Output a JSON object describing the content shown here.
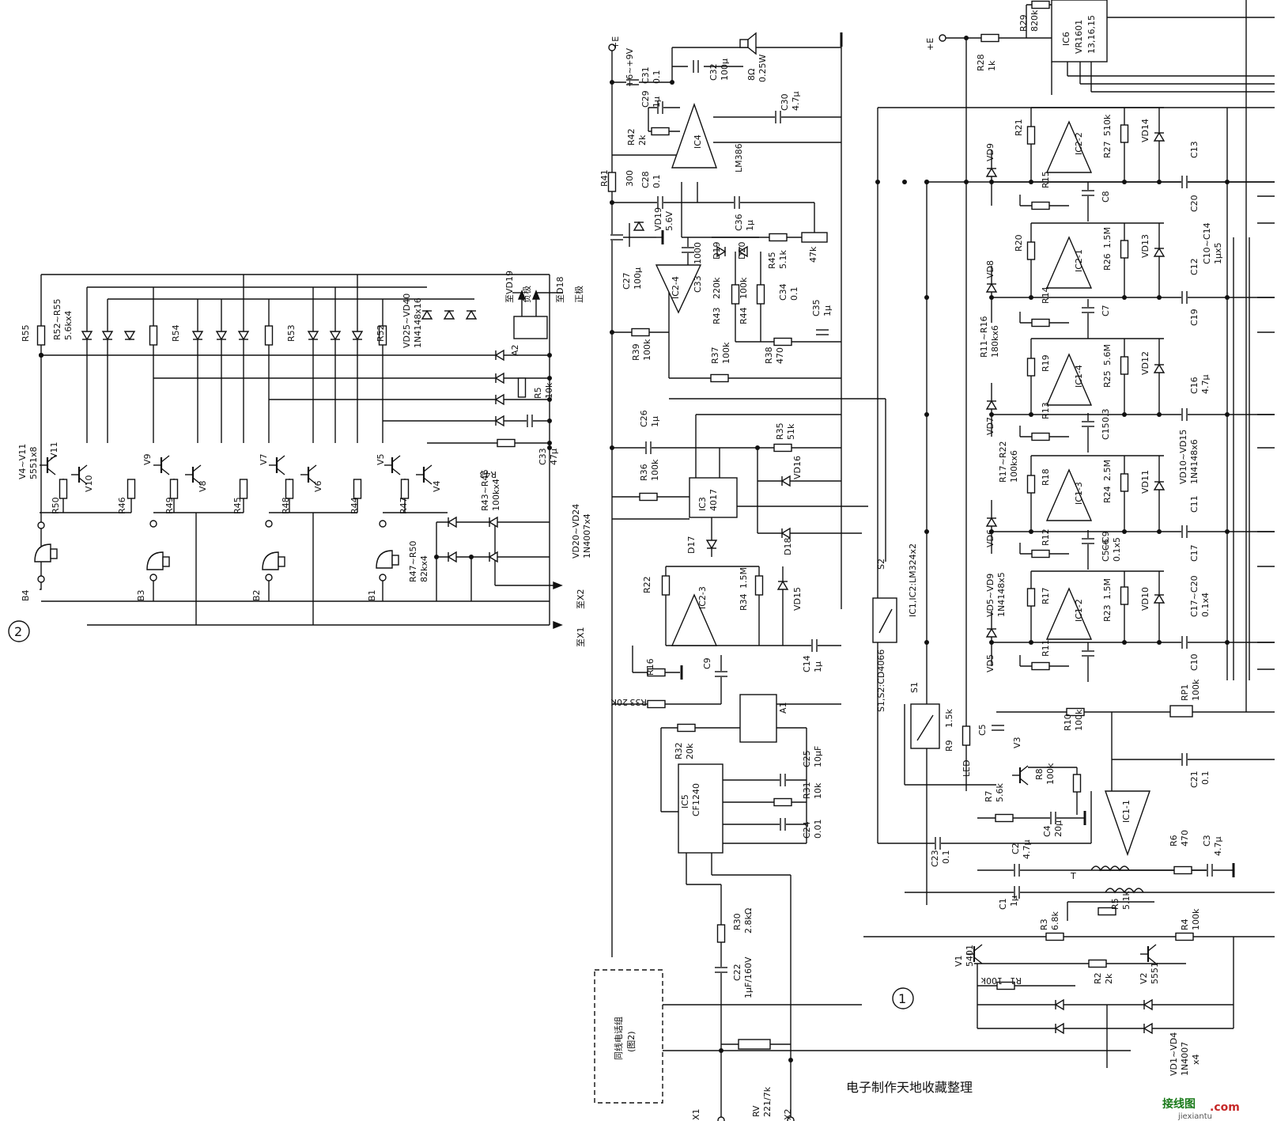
{
  "caption": "电子制作天地收藏整理",
  "watermark": {
    "site_cn": "接线图",
    "site_com": ".com",
    "site_en": "jiexiantu"
  },
  "page_markers": [
    "2",
    "1"
  ],
  "power": {
    "plus_e_9v": "+6~+9V",
    "plus_e": "+E",
    "e": "+E"
  },
  "components": {
    "R55": "R55",
    "R52_R55": "R52~R55",
    "R52_R55_val": "5.6kx4",
    "R54": "R54",
    "R53": "R53",
    "R52": "R52",
    "VD25_VD40": "VD25~VD40",
    "VD25_VD40_val": "1N4148x16",
    "A2": "A2",
    "to_vd19": "至VD19",
    "neg": "负极",
    "to_d18": "至D18",
    "pos": "正极",
    "R5a": "R5",
    "R5a_val": "10k",
    "C33": "C33",
    "C33_val": "47μ",
    "R43": "R43",
    "R43_R46": "R43~R46",
    "R43_R46_val": "100kx4",
    "R47_R50": "R47~R50",
    "R47_R50_val": "82kx4",
    "VD20_VD24": "VD20~VD24",
    "VD20_VD24_val": "1N4007x4",
    "to_x2": "至X2",
    "to_x1": "至X1",
    "V4_V11": "V4~V11",
    "V4_V11_val": "5551x8",
    "V11": "V11",
    "V10": "V10",
    "V9": "V9",
    "V8": "V8",
    "V7": "V7",
    "V6": "V6",
    "V5": "V5",
    "V4": "V4",
    "R50": "R50",
    "R46": "R46",
    "R49": "R49",
    "R45": "R45",
    "R48": "R48",
    "R44": "R44",
    "R47": "R47",
    "B4": "B4",
    "B3": "B3",
    "B2": "B2",
    "B1": "B1",
    "C31": "C31",
    "C31_val": "0.1",
    "C29": "C29",
    "C29_val": "1μ",
    "C32": "C32",
    "C32_val": "100μ",
    "spk": "8Ω",
    "spk_val": "0.25W",
    "C30": "C30",
    "C30_val": "4.7μ",
    "IC4": "IC4",
    "LM386": "LM386",
    "R42": "R42",
    "R42_val": "2k",
    "R41": "R41",
    "R41_val": "300",
    "C28": "C28",
    "C28_val": "0.1",
    "VD19": "VD19",
    "VD19_val": "5.6V",
    "C36": "C36",
    "C36_val": "1μ",
    "C27": "C27",
    "C27_val": "100μ",
    "IC2_4": "IC2-4",
    "C33b": "C33",
    "C33b_val": "1000",
    "D19": "D19",
    "D20": "D20",
    "R45b": "R45",
    "R45b_val": "5.1k",
    "pot47k": "47k",
    "R43b": "R43",
    "R43b_val": "220k",
    "R44b": "R44",
    "R44b_val": "100k",
    "C34": "C34",
    "C34_val": "0.1",
    "C35": "C35",
    "C35_val": "1μ",
    "R39": "R39",
    "R39_val": "100k",
    "R37": "R37",
    "R37_val": "100k",
    "R38": "R38",
    "R38_val": "470",
    "C26": "C26",
    "C26_val": "1μ",
    "R35": "R35",
    "R35_val": "51k",
    "R36": "R36",
    "R36_val": "100k",
    "IC3": "IC3",
    "CD4017": "4017",
    "VD16": "VD16",
    "D17": "D17",
    "D18": "D18",
    "R22": "R22",
    "IC2_3": "IC2-3",
    "R34": "R34",
    "R34_val": "1.5M",
    "VD15": "VD15",
    "R16": "R16",
    "C9": "C9",
    "C14": "C14",
    "C14_val": "1μ",
    "R33": "R33",
    "R33_val": "20K",
    "A1": "A1",
    "R32": "R32",
    "R32_val": "20k",
    "IC5": "IC5",
    "CF1240": "CF1240",
    "C25": "C25",
    "C25_val": "10μF",
    "R31": "R31",
    "R31_val": "10k",
    "C24": "C24",
    "C24_val": "0.01",
    "R30": "R30",
    "R30_val": "2.8kΩ",
    "C22": "C22",
    "C22_val": "1μF/160V",
    "phone": "同线电话组",
    "phone_sub": "(图2)",
    "RV": "RV",
    "RV_val": "221/7k",
    "X1": "X1",
    "X2": "X2",
    "S2": "S2",
    "S1": "S1",
    "S1S2": "S1,S2:CD4066",
    "IC1IC2": "IC1,IC2:LM324x2",
    "R29": "R29",
    "R29_val": "820k",
    "IC6": "IC6",
    "VR1601": "VR1601",
    "IC6_pins": "13,16,15",
    "R28": "R28",
    "R28_val": "1k",
    "R21": "R21",
    "IC2_2": "IC2-2",
    "R27": "R27",
    "R27_val": "510k",
    "VD14": "VD14",
    "C13": "C13",
    "VD9": "VD9",
    "R15": "R15",
    "C8": "C8",
    "C20": "C20",
    "R20": "R20",
    "IC2_1": "IC2-1",
    "R26": "R26",
    "R26_val": "1.5M",
    "VD13": "VD13",
    "C12": "C12",
    "C10_C14": "C10~C14",
    "C10_C14_val": "1μx5",
    "VD8": "VD8",
    "R14": "R14",
    "C7": "C7",
    "C19": "C19",
    "R11_R16": "R11~R16",
    "R11_R16_val": "180kx6",
    "R19": "R19",
    "IC1_4": "IC1-4",
    "R25": "R25",
    "R25_val": "5.6M",
    "VD12": "VD12",
    "C16": "C16",
    "C16_val": "4.7μ",
    "VD7": "VD7",
    "R13": "R13",
    "C15": "C15",
    "C15_val": "0.3",
    "R17_R22": "R17~R22",
    "R17_R22_val": "100kx6",
    "R18": "R18",
    "IC1_3": "IC1-3",
    "R24": "R24",
    "R24_val": "2.5M",
    "VD11": "VD11",
    "VD10_VD15": "VD10~VD15",
    "VD10_VD15_val": "1N4148x6",
    "C11": "C11",
    "VD6": "VD6",
    "R12": "R12",
    "C6": "C6",
    "C5_C9": "C5~C9",
    "C5_C9_val": "0.1x5",
    "C17": "C17",
    "VD5_VD9": "VD5~VD9",
    "VD5_VD9_val": "1N4148x5",
    "R17": "R17",
    "IC1_2": "IC1-2",
    "R23": "R23",
    "R23_val": "1.5M",
    "VD10": "VD10",
    "C17_C20": "C17~C20",
    "C17_C20_val": "0.1x4",
    "VD5": "VD5",
    "R11": "R11",
    "C10": "C10",
    "RP1": "RP1",
    "RP1_val": "100k",
    "R10": "R10",
    "R10_val": "100k",
    "R9": "R9",
    "R9_val": "1.5k",
    "C5": "C5",
    "V3": "V3",
    "LED": "LED",
    "R8": "R8",
    "R8_val": "100k",
    "R7": "R7",
    "R7_val": "5.6k",
    "C4": "C4",
    "C4_val": "20μ",
    "IC1_1": "IC1-1",
    "C21": "C21",
    "C21_val": "0.1",
    "C23": "C23",
    "C23_val": "0.1",
    "C2": "C2",
    "C2_val": "4.7μ",
    "R6": "R6",
    "R6_val": "470",
    "C3": "C3",
    "C3_val": "4.7μ",
    "T": "T",
    "C1": "C1",
    "C1_val": "1μ",
    "R5": "R5",
    "R5_val": "5.1k",
    "R3": "R3",
    "R3_val": "6.8k",
    "R4": "R4",
    "R4_val": "100k",
    "V1": "V1",
    "V1_val": "5401",
    "R2": "R2",
    "R2_val": "2k",
    "V2": "V2",
    "V2_val": "5551",
    "R1": "R1",
    "R1_val": "100k",
    "VD1_VD4": "VD1~VD4",
    "VD1_VD4_val": "1N4007",
    "VD1_VD4_qty": "x4"
  }
}
